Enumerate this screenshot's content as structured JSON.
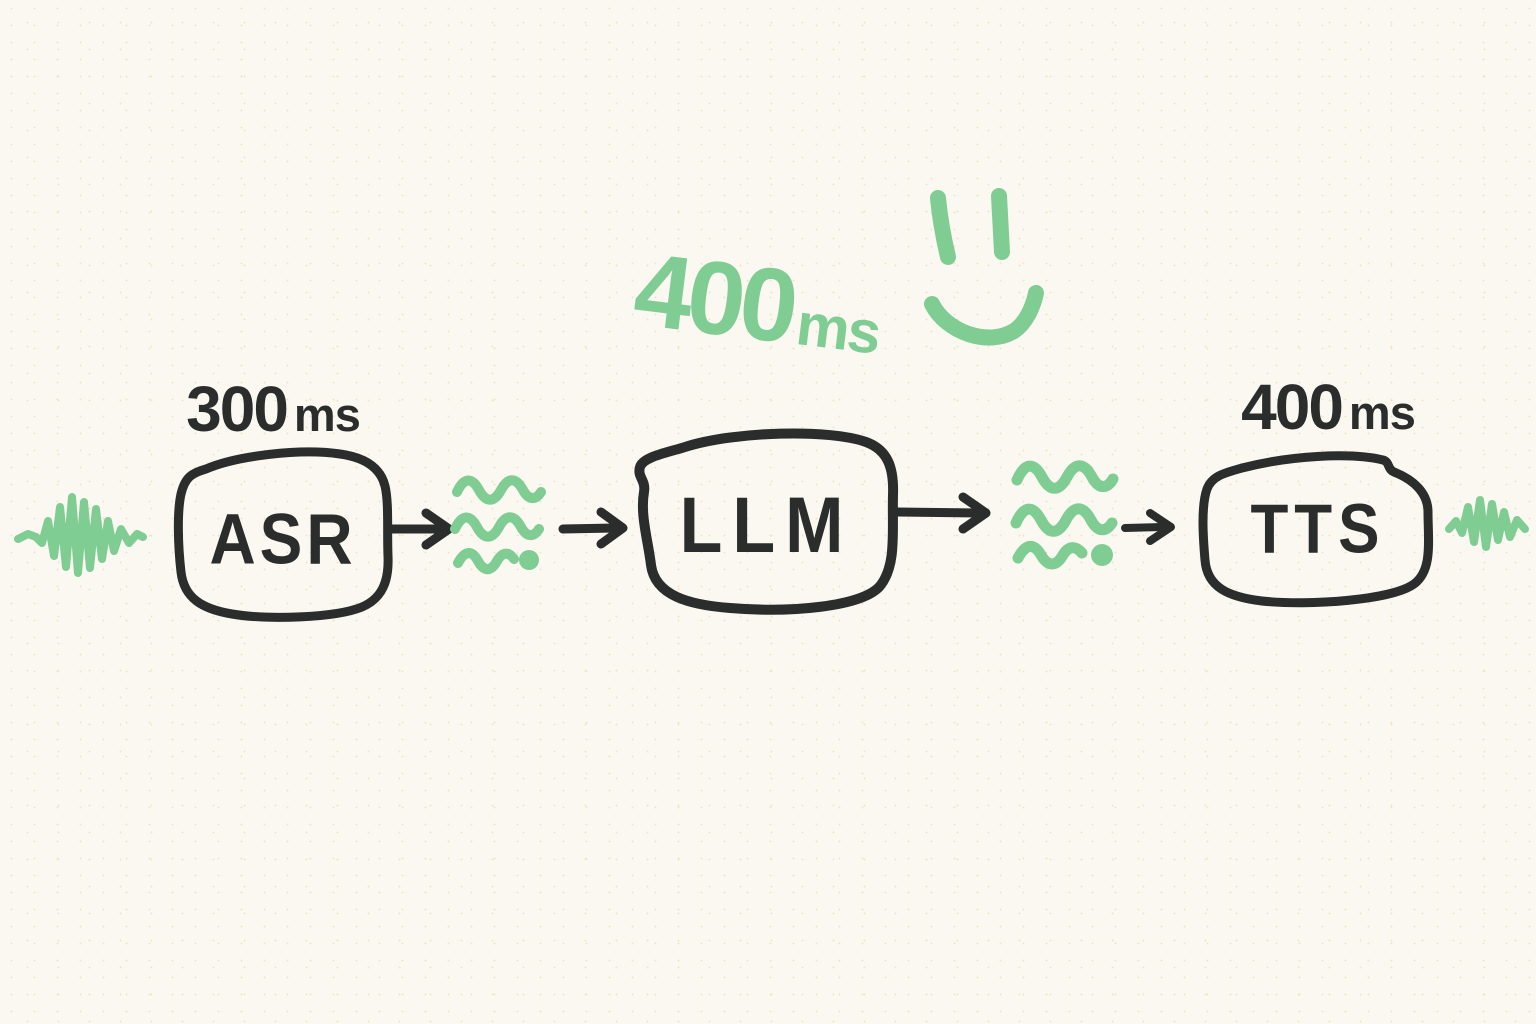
{
  "canvas": {
    "background_color": "#faf8f1",
    "speckle_color": "#efe5c4",
    "ink_color": "#2b2d2c",
    "green_color": "#7fcd92"
  },
  "diagram": {
    "input": {
      "icon": "audio-waveform-icon",
      "color": "green"
    },
    "stages": [
      {
        "id": "asr",
        "label": "ASR",
        "latency_value": "300",
        "latency_unit": "ms",
        "latency_color": "ink"
      },
      {
        "id": "llm",
        "label": "LLM",
        "latency_value": "400",
        "latency_unit": "ms",
        "latency_color": "green"
      },
      {
        "id": "tts",
        "label": "TTS",
        "latency_value": "400",
        "latency_unit": "ms",
        "latency_color": "ink"
      }
    ],
    "connectors": [
      {
        "from": "asr",
        "to": "llm",
        "icon": "streaming-text-squiggle-icon",
        "style": "arrow"
      },
      {
        "from": "llm",
        "to": "tts",
        "icon": "streaming-text-squiggle-icon",
        "style": "arrow"
      }
    ],
    "output": {
      "icon": "audio-waveform-icon",
      "color": "green"
    },
    "decorations": [
      {
        "icon": "smiley-face-icon",
        "color": "green"
      }
    ]
  }
}
